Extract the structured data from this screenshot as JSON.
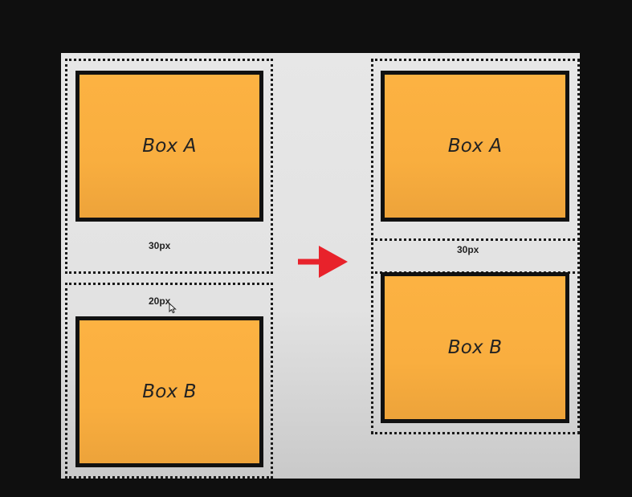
{
  "diagram": {
    "left_panel": {
      "box_a_label": "Box A",
      "box_b_label": "Box B",
      "margin_a_label": "30px",
      "margin_b_label": "20px"
    },
    "right_panel": {
      "box_a_label": "Box A",
      "box_b_label": "Box B",
      "collapsed_margin_label": "30px"
    },
    "colors": {
      "box_fill": "#fcb242",
      "arrow": "#e8222b",
      "background": "#e4e4e4"
    },
    "icons": {
      "arrow": "arrow-right-icon",
      "cursor": "mouse-cursor-icon"
    }
  }
}
